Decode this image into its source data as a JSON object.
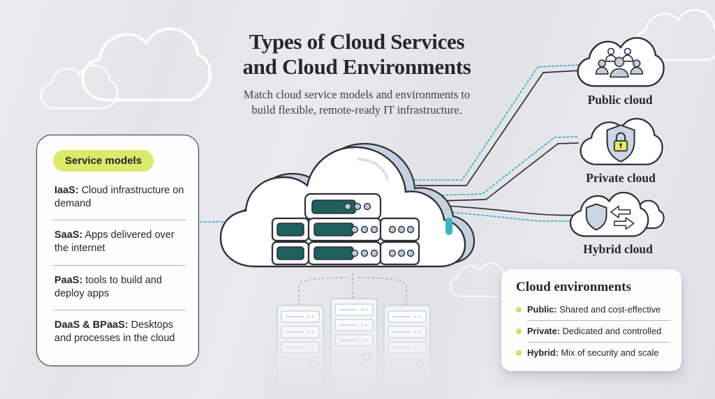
{
  "header": {
    "title_line1": "Types of Cloud Services",
    "title_line2": "and Cloud Environments",
    "subtitle_line1": "Match cloud service models and environments to",
    "subtitle_line2": "build flexible, remote-ready IT infrastructure."
  },
  "service_models": {
    "badge": "Service models",
    "items": [
      {
        "term": "IaaS:",
        "desc": "Cloud infrastructure on demand"
      },
      {
        "term": "SaaS:",
        "desc": "Apps delivered over the internet"
      },
      {
        "term": "PaaS:",
        "desc": "tools to build and deploy apps"
      },
      {
        "term": "DaaS & BPaaS:",
        "desc": "Desktops and processes in the cloud"
      }
    ]
  },
  "cloud_types": [
    {
      "label": "Public cloud",
      "icon": "users-icon"
    },
    {
      "label": "Private cloud",
      "icon": "shield-lock-icon"
    },
    {
      "label": "Hybrid cloud",
      "icon": "shield-arrows-icon"
    }
  ],
  "environments": {
    "title": "Cloud environments",
    "items": [
      {
        "term": "Public:",
        "desc": "Shared and cost-effective"
      },
      {
        "term": "Private:",
        "desc": "Dedicated and controlled"
      },
      {
        "term": "Hybrid:",
        "desc": "Mix of security and scale"
      }
    ]
  },
  "colors": {
    "background": "#e5e5e8",
    "outline": "#2e2e38",
    "accent_teal": "#3ab5c5",
    "dotted_line": "#4db9c9",
    "lime": "#dce96a",
    "server_panel": "#20605f",
    "divider": "#9cb9cb",
    "back_cloud": "#c7d1de"
  }
}
